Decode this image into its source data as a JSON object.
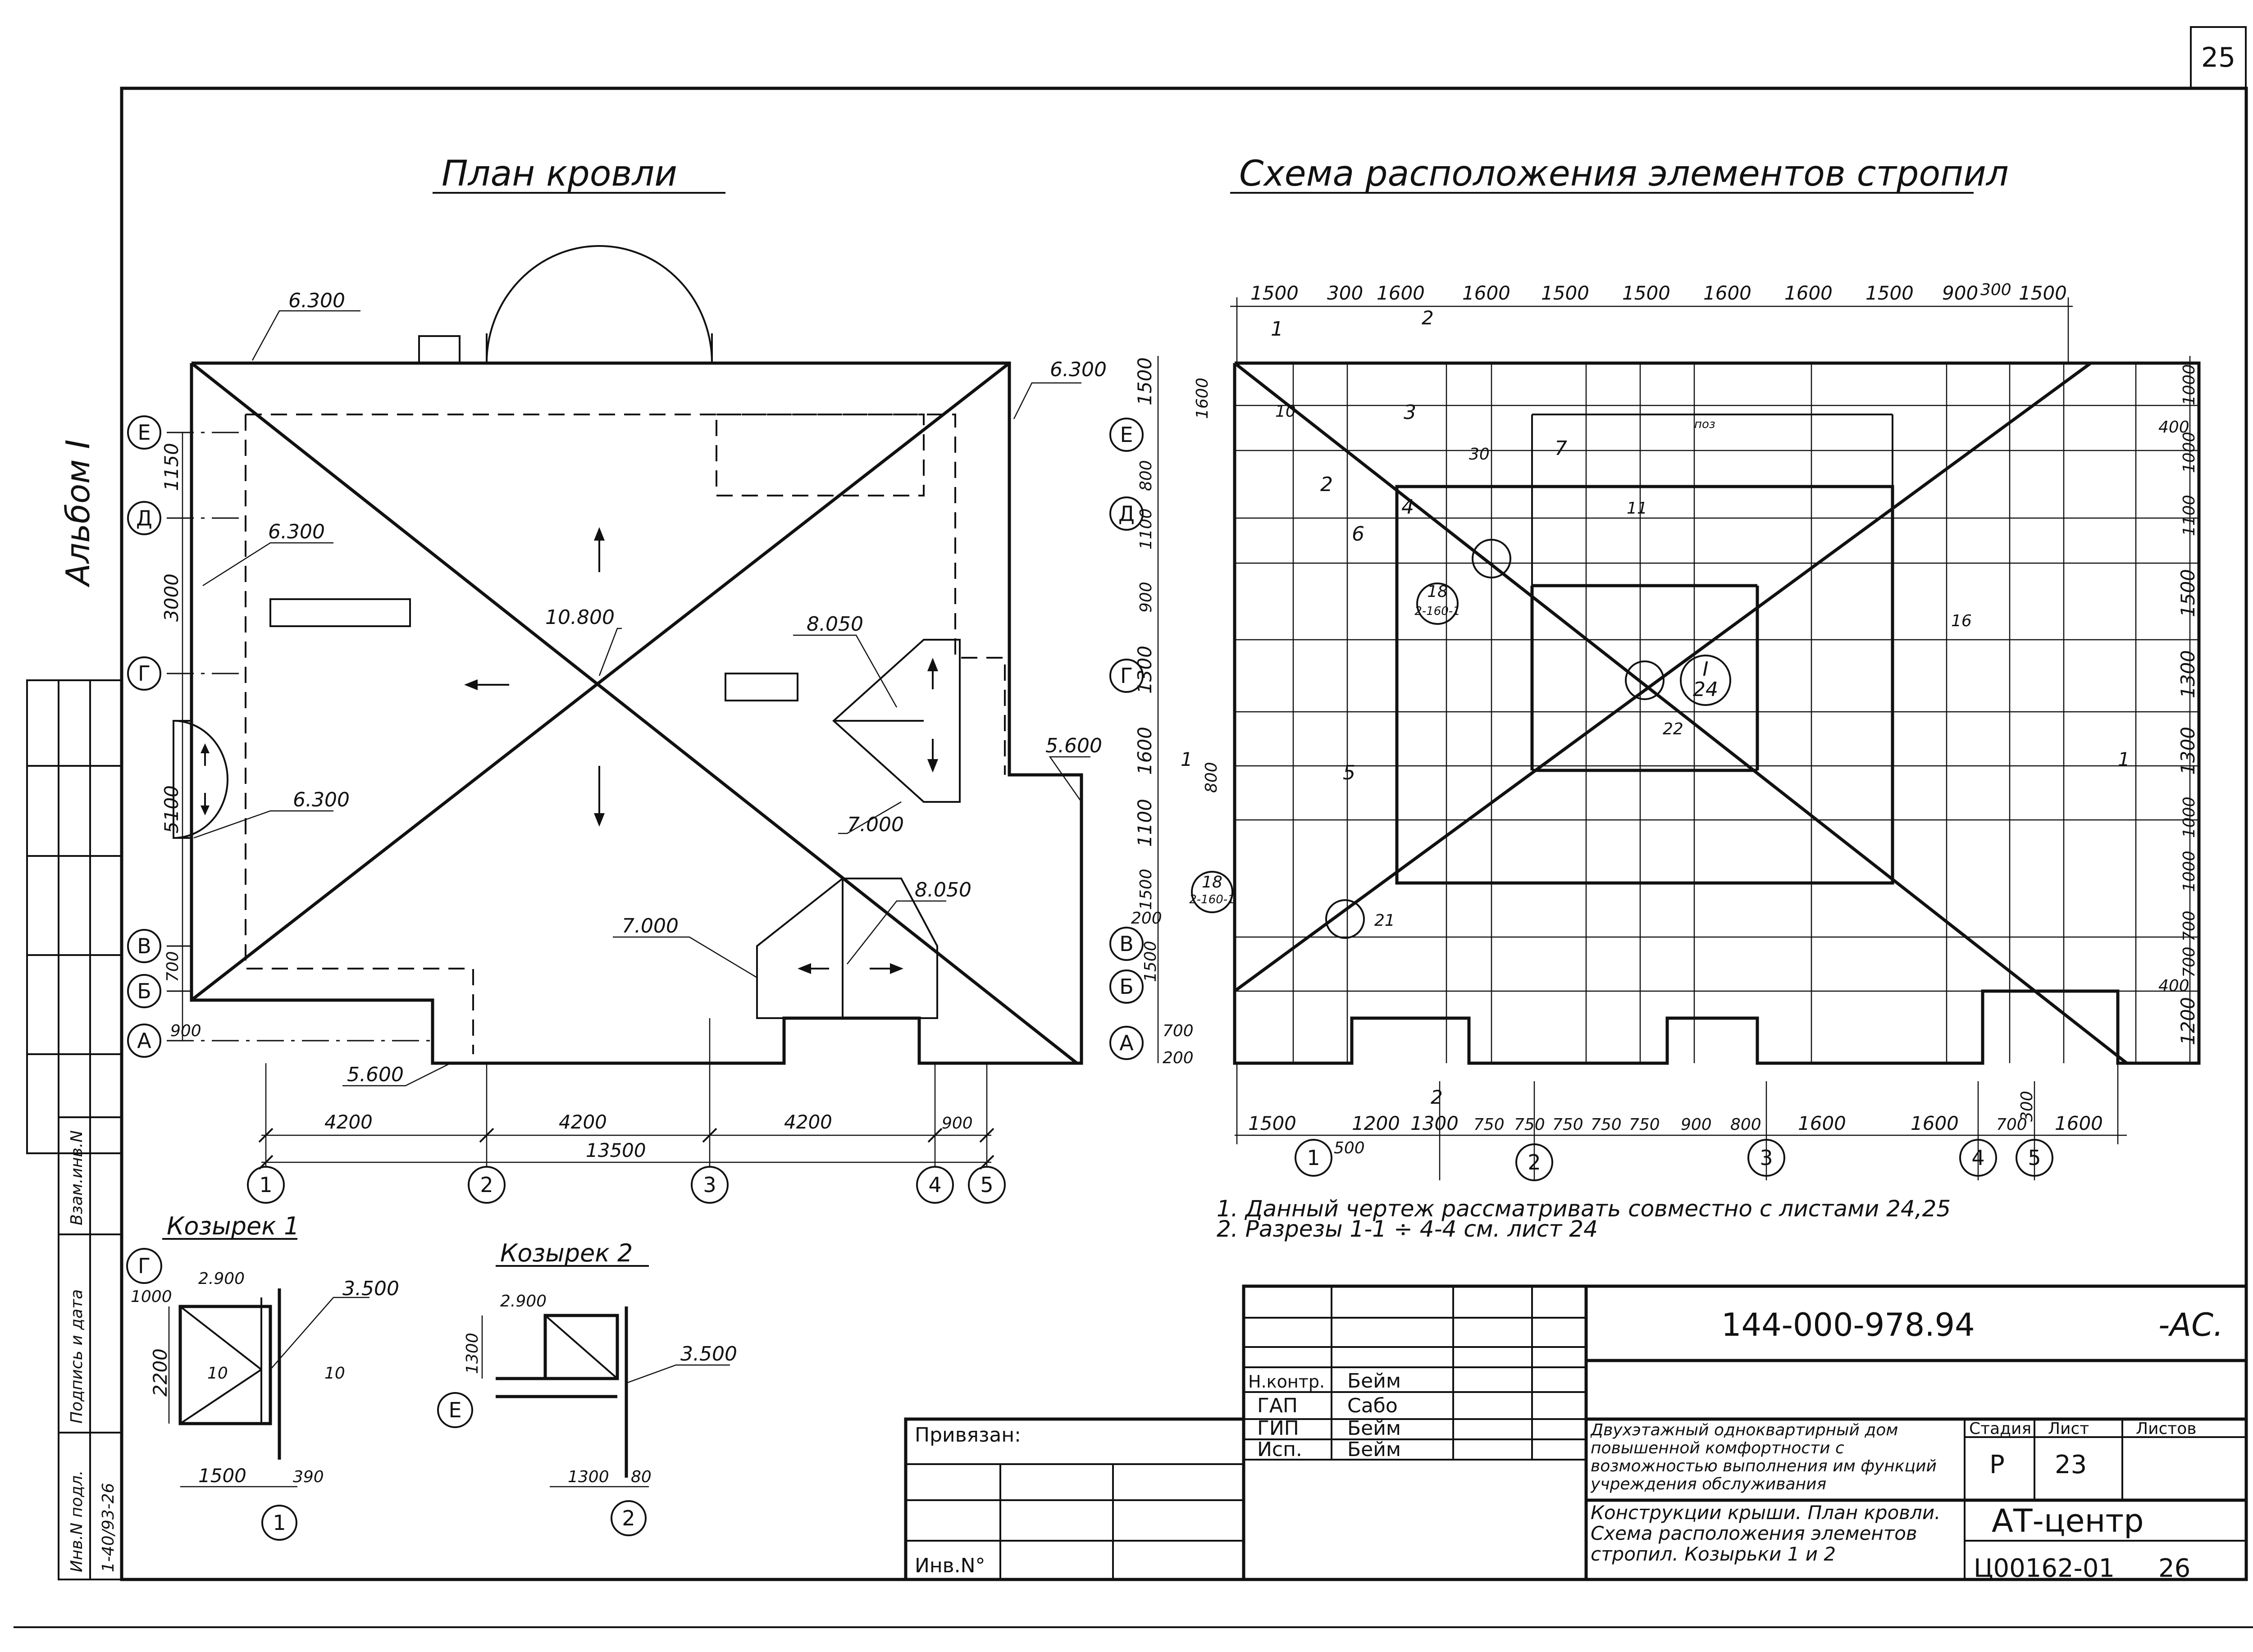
{
  "sheet": {
    "number": "25",
    "album": "Альбом I"
  },
  "left_strip": {
    "labels": [
      "Инв.N подл.",
      "Подпись и дата",
      "Взам.инв.N"
    ],
    "inv_value": "1-40/93-26"
  },
  "roof_plan": {
    "title": "План кровли",
    "elevations": [
      "6.300",
      "6.300",
      "6.300",
      "6.300",
      "10.800",
      "8.050",
      "5.600",
      "7.000",
      "8.050",
      "7.000",
      "5.600"
    ],
    "row_axes": [
      "Е",
      "Д",
      "Г",
      "В",
      "Б",
      "А"
    ],
    "row_dims": [
      "1150",
      "3000",
      "5100",
      "700",
      "900"
    ],
    "col_axes": [
      "1",
      "2",
      "3",
      "4",
      "5"
    ],
    "col_dims": [
      "4200",
      "4200",
      "4200",
      "900"
    ],
    "total_dim": "13500"
  },
  "rafter_scheme": {
    "title": "Схема расположения элементов стропил",
    "top_dims": [
      "1500",
      "300",
      "1600",
      "1600",
      "1500",
      "1500",
      "1600",
      "1600",
      "1500",
      "900",
      "300",
      "1500"
    ],
    "bottom_dims": [
      "1500",
      "500",
      "1200",
      "1300",
      "750",
      "750",
      "750",
      "750",
      "750",
      "900",
      "800",
      "1600",
      "1600",
      "700",
      "300",
      "1600"
    ],
    "left_dims": [
      "1500",
      "1600",
      "800",
      "1100",
      "900",
      "1300",
      "1600",
      "800",
      "1100",
      "1500",
      "200",
      "1500",
      "700",
      "200"
    ],
    "right_dims": [
      "1000",
      "400",
      "1000",
      "1100",
      "1500",
      "1300",
      "1300",
      "1000",
      "1000",
      "700",
      "700",
      "400",
      "1200"
    ],
    "row_axes": [
      "Е",
      "Д",
      "Г",
      "В",
      "Б",
      "А"
    ],
    "col_axes": [
      "1",
      "2",
      "3",
      "4",
      "5"
    ],
    "callouts": [
      "18",
      "2-160-1",
      "I",
      "24",
      "18",
      "2-160-1"
    ],
    "section_marks": [
      "2",
      "2",
      "1",
      "1"
    ],
    "positions": [
      "1",
      "2",
      "3",
      "4",
      "5",
      "6",
      "7",
      "10",
      "11",
      "16",
      "21",
      "22",
      "30",
      "поз"
    ]
  },
  "notes": [
    "1. Данный чертеж рассматривать совместно с листами 24,25",
    "2. Разрезы 1-1 ÷ 4-4 см. лист 24"
  ],
  "canopy1": {
    "title": "Козырек 1",
    "dims": [
      "2.900",
      "3.500",
      "1000",
      "2200",
      "1500",
      "390"
    ],
    "axis_row": "Г",
    "axis_col": "1",
    "marks": [
      "10",
      "10"
    ]
  },
  "canopy2": {
    "title": "Козырек 2",
    "dims": [
      "2.900",
      "1300",
      "3.500",
      "1300",
      "80"
    ],
    "axis_row": "Е",
    "axis_col": "2"
  },
  "title_block": {
    "code": "144-000-978.94",
    "suffix": "-АС.",
    "roles": [
      "Н.контр.",
      "ГАП",
      "ГИП",
      "Исп."
    ],
    "names": [
      "Бейм",
      "Сабо",
      "Бейм",
      "Бейм"
    ],
    "bound": "Привязан:",
    "inv": "Инв.N°",
    "project": "Двухэтажный одноквартирный дом повышенной комфортности с возможностью выполнения им функций учреждения обслуживания",
    "sheet_title": "Конструкции крыши. План кровли. Схема расположения элементов стропил. Козырьки 1 и 2",
    "stage_label": "Стадия",
    "sheet_label": "Лист",
    "sheets_label": "Листов",
    "stage": "Р",
    "sheet_no": "23",
    "org": "АТ-центр",
    "footer_code": "Ц00162-01",
    "footer_no": "26"
  }
}
